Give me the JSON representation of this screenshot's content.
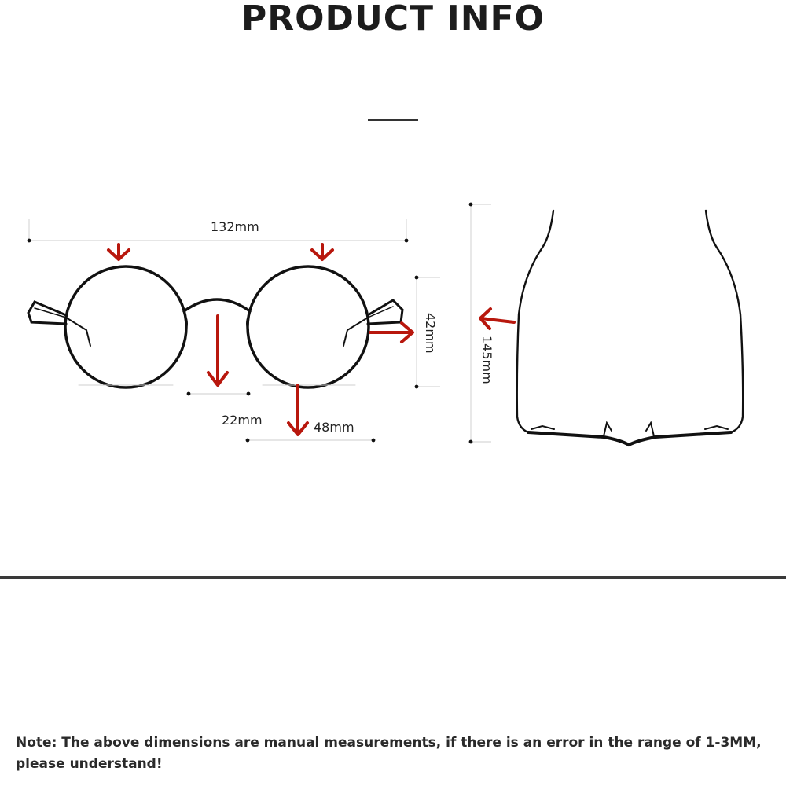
{
  "page": {
    "title": "PRODUCT INFO"
  },
  "dimensions": {
    "total_width": "132mm",
    "lens_height": "42mm",
    "bridge_width": "22mm",
    "lens_width": "48mm",
    "temple_length": "145mm"
  },
  "colors": {
    "arrow": "#b8170d",
    "frame": "#111111",
    "dimension_line": "#d8d8d8"
  },
  "note": {
    "text": "Note: The above dimensions are manual measurements, if there is an error in the range of 1-3MM, please understand!"
  }
}
